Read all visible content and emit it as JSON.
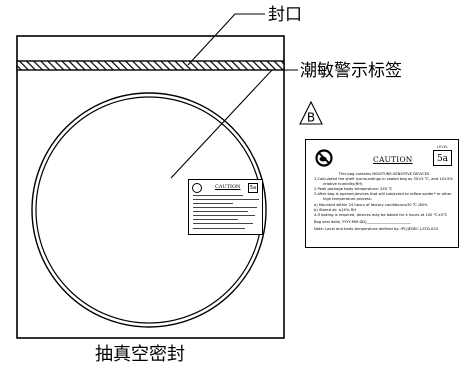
{
  "labels": {
    "seal": "封口",
    "moisture_label": "潮敏警示标签",
    "vacuum_seal": "抽真空密封",
    "detail_marker": "B"
  },
  "caution_label": {
    "title": "CAUTION",
    "level_caption": "LEVEL",
    "level_value": "5a",
    "icon": "no-moisture-icon",
    "lines": [
      "This bag contains MOISTURE-SENSITIVE DEVICES",
      "1.Calculated the shelf (surroundings in sealed bag as 30±5 ℃, and 10±5%",
      "relative humidity(RH)",
      "2.Peak package body temperature: 245 ℃",
      "3.After bag is opened,devices that will subjected to reflow solder* or other",
      "high temperature process:",
      "a)    Mounted within 24 hours of factory conditions≤30 ℃ /60%",
      "b)    Stored at: ≤10% RH",
      "4.If baking is required, devices may be baked for 4 hours at 100 ℃±5℃",
      "Bag seal date( YYYY-MM-DD)________________________",
      "Note: Level and body temperature defined by: IPC/JEDEC J-STD-020"
    ]
  }
}
